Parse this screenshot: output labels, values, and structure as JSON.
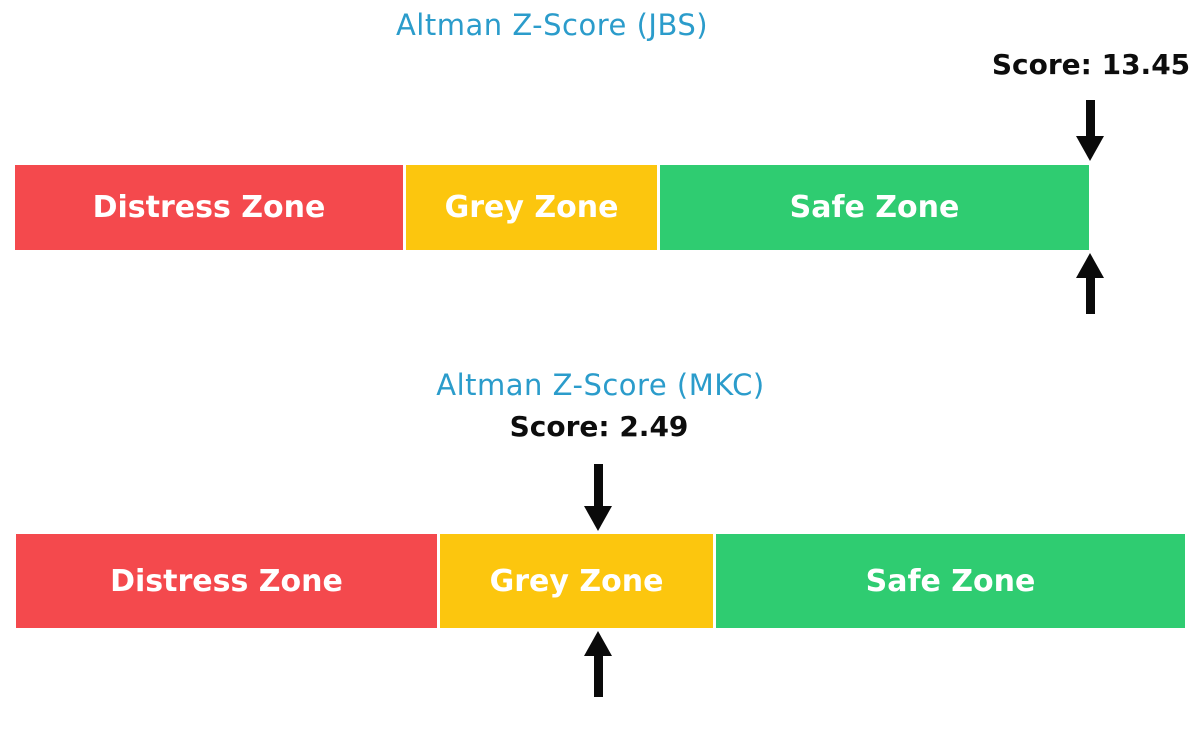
{
  "background": "#ffffff",
  "accent_title_color": "#2b9ccb",
  "charts": [
    {
      "title": "Altman Z-Score (JBS)",
      "title_color": "#2b9ccb",
      "score_text": "Score: 13.45",
      "score_value": 13.45,
      "zones": [
        {
          "label": "Distress Zone",
          "color": "#f4494d"
        },
        {
          "label": "Grey Zone",
          "color": "#fcc60e"
        },
        {
          "label": "Safe Zone",
          "color": "#2fcc71"
        }
      ]
    },
    {
      "title": "Altman Z-Score (MKC)",
      "title_color": "#2b9ccb",
      "score_text": "Score: 2.49",
      "score_value": 2.49,
      "zones": [
        {
          "label": "Distress Zone",
          "color": "#f4494d"
        },
        {
          "label": "Grey Zone",
          "color": "#fcc60e"
        },
        {
          "label": "Safe Zone",
          "color": "#2fcc71"
        }
      ]
    }
  ],
  "chart_data": [
    {
      "type": "bar",
      "orientation": "horizontal",
      "title": "Altman Z-Score (JBS)",
      "score": 13.45,
      "score_label": "Score: 13.45",
      "segments": [
        {
          "label": "Distress Zone",
          "color": "#f4494d",
          "width_fraction": 0.36
        },
        {
          "label": "Grey Zone",
          "color": "#fcc60e",
          "width_fraction": 0.24
        },
        {
          "label": "Safe Zone",
          "color": "#2fcc71",
          "width_fraction": 0.4
        }
      ],
      "marker": "paired black arrows (above and below bar) at the right edge of the Safe Zone",
      "legend": "none",
      "grid": false
    },
    {
      "type": "bar",
      "orientation": "horizontal",
      "title": "Altman Z-Score (MKC)",
      "score": 2.49,
      "score_label": "Score: 2.49",
      "segments": [
        {
          "label": "Distress Zone",
          "color": "#f4494d",
          "width_fraction": 0.36
        },
        {
          "label": "Grey Zone",
          "color": "#fcc60e",
          "width_fraction": 0.24
        },
        {
          "label": "Safe Zone",
          "color": "#2fcc71",
          "width_fraction": 0.4
        }
      ],
      "marker": "paired black arrows (above and below bar) centered within the Grey Zone",
      "legend": "none",
      "grid": false
    }
  ]
}
